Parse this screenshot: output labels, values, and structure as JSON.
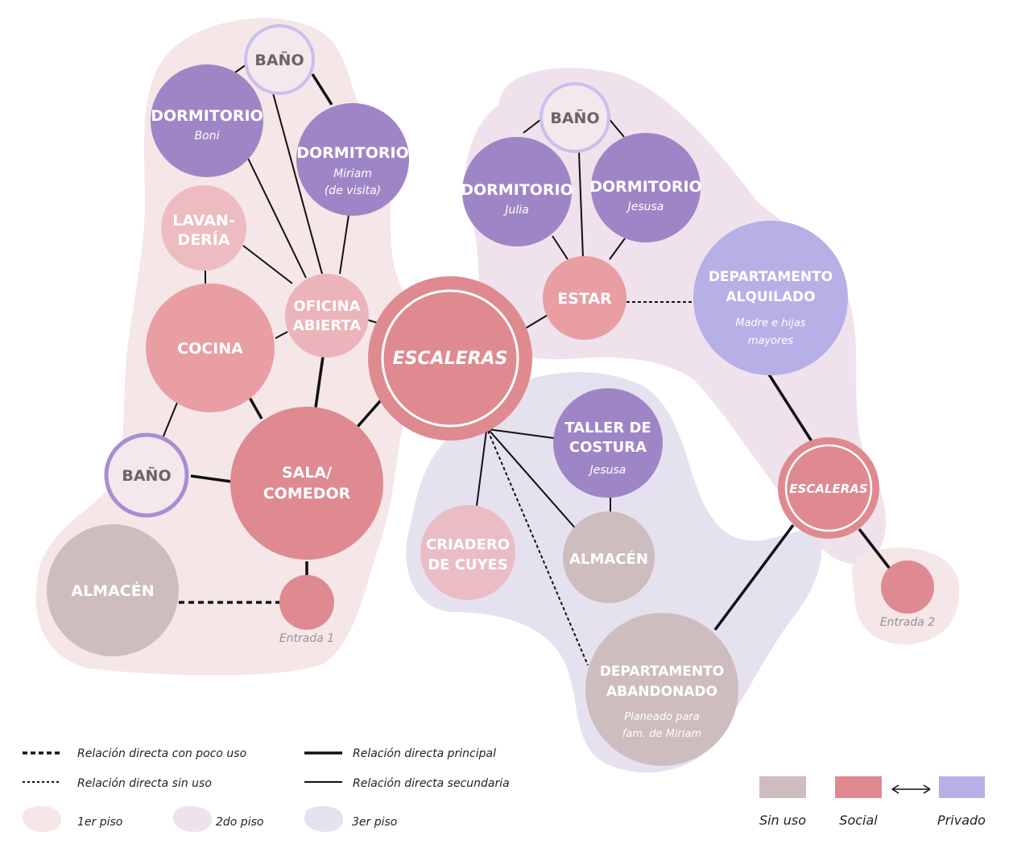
{
  "colors": {
    "zone_floor1": "#f5e6e8",
    "zone_floor2": "#efe2ec",
    "zone_floor3": "#e6e1ef",
    "sin_uso": "#cdbdbe",
    "social": "#de8a90",
    "social_light": "#ebb4ba",
    "privado_dark": "#9e86c6",
    "privado_light": "#b6b0e6",
    "bath_ring": "#a78ed4",
    "bath_ring_light": "#c8c0ec"
  },
  "nodes": {
    "bano_top": {
      "title": "BAÑO"
    },
    "dorm_boni": {
      "title": "DORMITORIO",
      "sub": "Boni"
    },
    "dorm_miriam": {
      "title": "DORMITORIO",
      "sub1": "Miriam",
      "sub2": "(de visita)"
    },
    "lavanderia": {
      "title1": "LAVAN-",
      "title2": "DERÍA"
    },
    "oficina": {
      "title1": "OFICINA",
      "title2": "ABIERTA"
    },
    "cocina": {
      "title": "COCINA"
    },
    "bano_left": {
      "title": "BAÑO"
    },
    "sala": {
      "title1": "SALA/",
      "title2": "COMEDOR"
    },
    "almacen_1": {
      "title": "ALMACÉN"
    },
    "entrada_1": {
      "label": "Entrada 1"
    },
    "escaleras_main": {
      "title": "ESCALERAS"
    },
    "bano_right": {
      "title": "BAÑO"
    },
    "dorm_julia": {
      "title": "DORMITORIO",
      "sub": "Julia"
    },
    "dorm_jesusa": {
      "title": "DORMITORIO",
      "sub": "Jesusa"
    },
    "estar": {
      "title": "ESTAR"
    },
    "depto_alquilado": {
      "title1": "DEPARTAMENTO",
      "title2": "ALQUILADO",
      "sub1": "Madre e hijas",
      "sub2": "mayores"
    },
    "taller": {
      "title1": "TALLER DE",
      "title2": "COSTURA",
      "sub": "Jesusa"
    },
    "criadero": {
      "title1": "CRIADERO",
      "title2": "DE CUYES"
    },
    "almacen_3": {
      "title": "ALMACÉN"
    },
    "escaleras_right": {
      "title": "ESCALERAS"
    },
    "entrada_2": {
      "label": "Entrada 2"
    },
    "depto_abandonado": {
      "title1": "DEPARTAMENTO",
      "title2": "ABANDONADO",
      "sub1": "Planeado para",
      "sub2": "fam. de Miriam"
    }
  },
  "legend": {
    "line_poco_uso": "Relación directa con poco uso",
    "line_sin_uso": "Relación directa sin uso",
    "line_principal": "Relación directa principal",
    "line_secundaria": "Relación directa secundaria",
    "floor1": "1er piso",
    "floor2": "2do piso",
    "floor3": "3er piso",
    "cat_sin_uso": "Sin uso",
    "cat_social": "Social",
    "cat_privado": "Privado"
  }
}
